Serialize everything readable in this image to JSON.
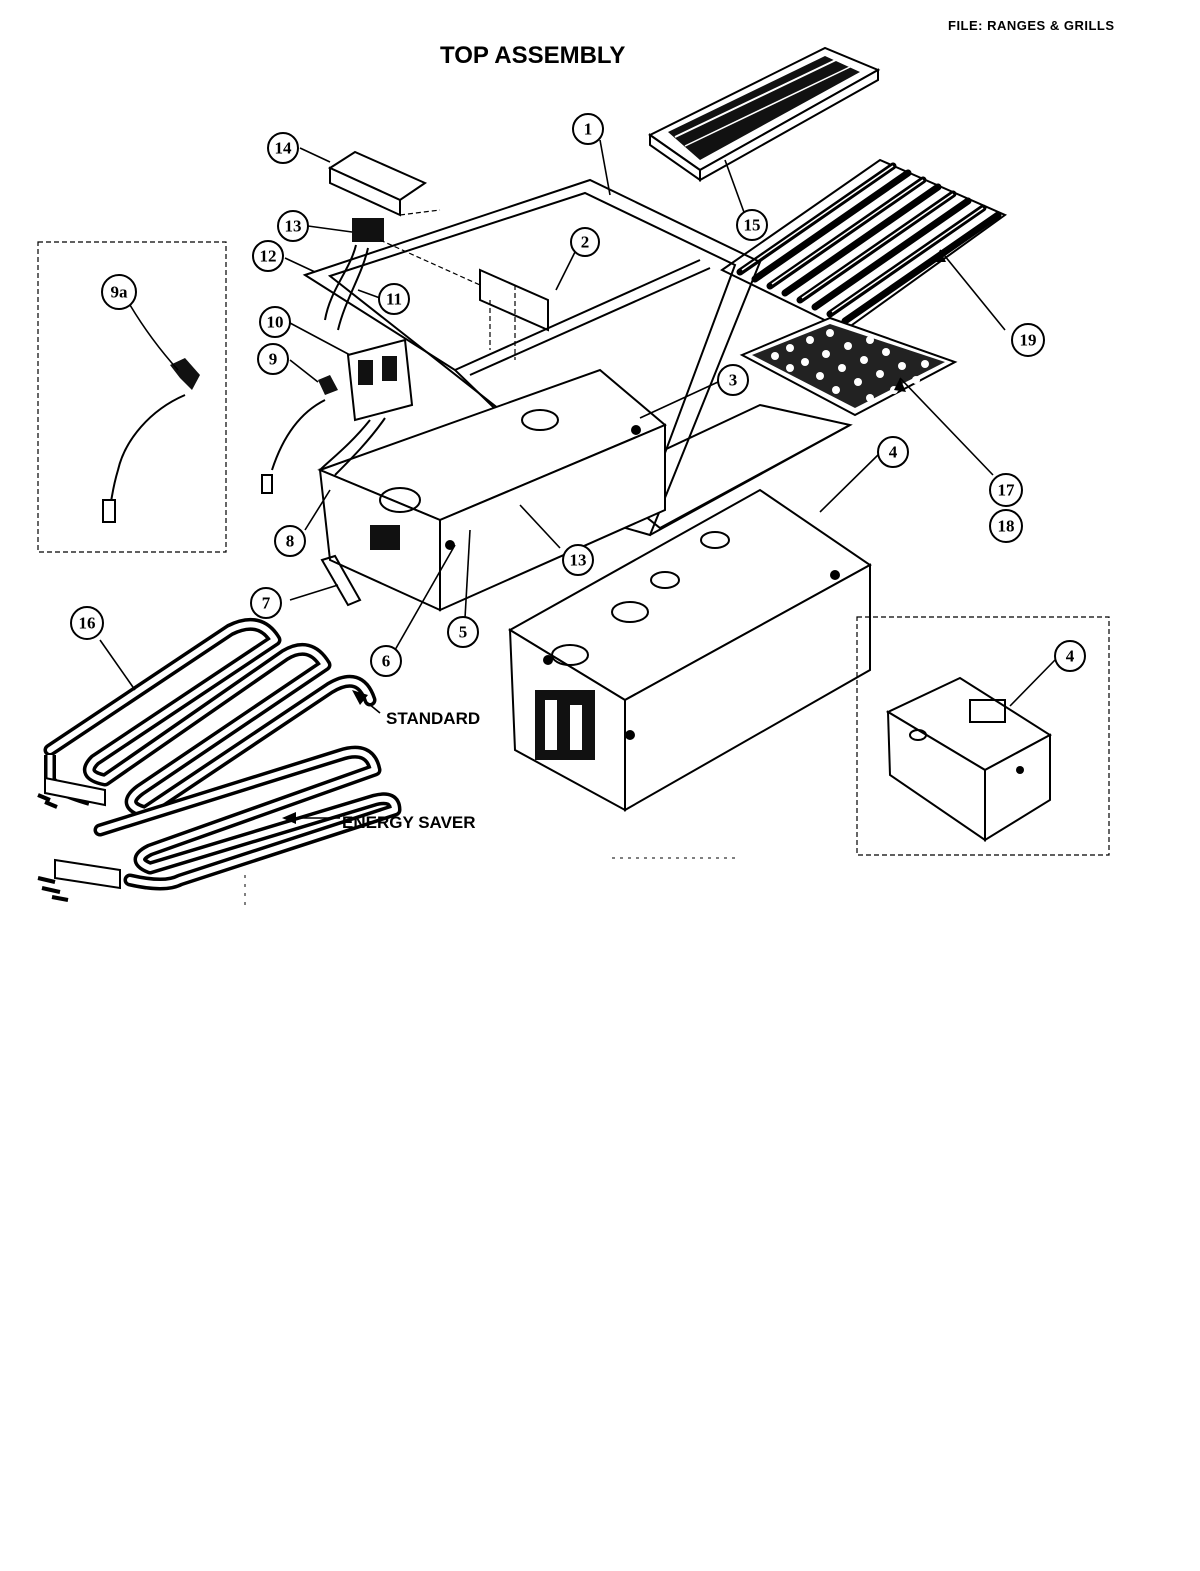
{
  "header": {
    "file_label": "FILE: RANGES & GRILLS",
    "title": "TOP ASSEMBLY"
  },
  "callouts": [
    {
      "id": "1",
      "label": "1"
    },
    {
      "id": "2",
      "label": "2"
    },
    {
      "id": "3",
      "label": "3"
    },
    {
      "id": "4",
      "label": "4"
    },
    {
      "id": "4-inset",
      "label": "4"
    },
    {
      "id": "5",
      "label": "5"
    },
    {
      "id": "6",
      "label": "6"
    },
    {
      "id": "7",
      "label": "7"
    },
    {
      "id": "8",
      "label": "8"
    },
    {
      "id": "9",
      "label": "9"
    },
    {
      "id": "9a",
      "label": "9a"
    },
    {
      "id": "10",
      "label": "10"
    },
    {
      "id": "11",
      "label": "11"
    },
    {
      "id": "12",
      "label": "12"
    },
    {
      "id": "13-top",
      "label": "13"
    },
    {
      "id": "13",
      "label": "13"
    },
    {
      "id": "14",
      "label": "14"
    },
    {
      "id": "15",
      "label": "15"
    },
    {
      "id": "16",
      "label": "16"
    },
    {
      "id": "17",
      "label": "17"
    },
    {
      "id": "18",
      "label": "18"
    },
    {
      "id": "19",
      "label": "19"
    }
  ],
  "element_labels": {
    "standard": "STANDARD",
    "energy_saver": "ENERGY SAVER"
  }
}
